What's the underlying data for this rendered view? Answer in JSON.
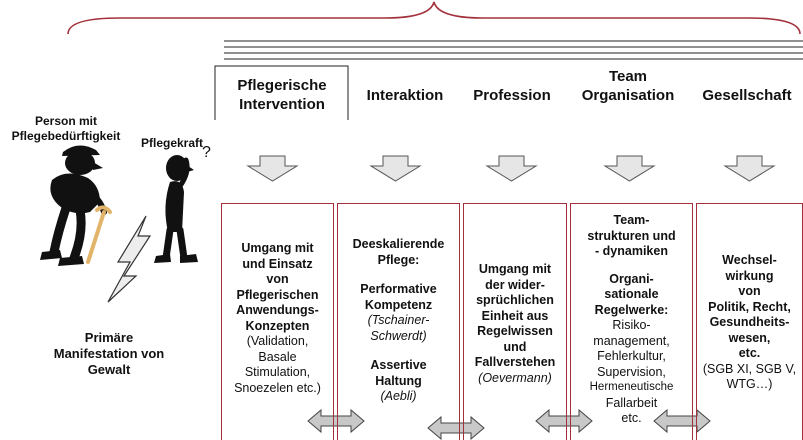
{
  "headers": {
    "h1_line1": "Pflegerische",
    "h1_line2": "Intervention",
    "h2": "Interaktion",
    "h3": "Profession",
    "h4_line1": "Team",
    "h4_line2": "Organisation",
    "h5": "Gesellschaft"
  },
  "left": {
    "person_line1": "Person mit",
    "person_line2": "Pflegebedürftigkeit",
    "caregiver": "Pflegekraft",
    "primary_line1": "Primäre",
    "primary_line2": "Manifestation von",
    "primary_line3": "Gewalt"
  },
  "col1": {
    "b1": "Umgang mit",
    "b2": "und Einsatz",
    "b3": "von",
    "b4": "Pflegerischen",
    "b5": "Anwendungs-",
    "b6": "Konzepten",
    "r1": "(Validation,",
    "r2": "Basale",
    "r3": "Stimulation,",
    "r4": "Snoezelen etc.)"
  },
  "col2": {
    "b1": "Deeskalierende",
    "b2": "Pflege:",
    "b3": "Performative",
    "b4": "Kompetenz",
    "i1": "(Tschainer-",
    "i2": "Schwerdt)",
    "b5": "Assertive",
    "b6": "Haltung",
    "i3": "(Aebli)"
  },
  "col3": {
    "b1": "Umgang mit",
    "b2": "der wider-",
    "b3": "sprüchlichen",
    "b4": "Einheit aus",
    "b5": "Regelwissen",
    "b6": "und",
    "b7": "Fallverstehen",
    "i1": "(Oevermann)"
  },
  "col4": {
    "b1": "Team-",
    "b2": "strukturen und",
    "b3": "- dynamiken",
    "b4": "Organi-",
    "b5": "sationale",
    "b6": "Regelwerke:",
    "r1": "Risiko-",
    "r2": "management,",
    "r3": "Fehlerkultur,",
    "r4": "Supervision,",
    "r5": "Hermeneutische",
    "r6": "Fallarbeit",
    "r7": "etc."
  },
  "col5": {
    "b1": "Wechsel-",
    "b2": "wirkung",
    "b3": "von",
    "b4": "Politik, Recht,",
    "b5": "Gesundheits-",
    "b6": "wesen,",
    "b7": "etc.",
    "r1": "(SGB XI, SGB V,",
    "r2": "WTG…)"
  },
  "colors": {
    "brace": "#a3303a",
    "column_border": "#a3303a",
    "arrow_fill": "#e6e6e6",
    "arrow_stroke": "#555555",
    "text": "#111111"
  },
  "icons": [
    "curly-brace-icon",
    "down-arrow-icon",
    "double-arrow-icon",
    "elderly-person-icon",
    "caregiver-icon",
    "lightning-icon"
  ]
}
